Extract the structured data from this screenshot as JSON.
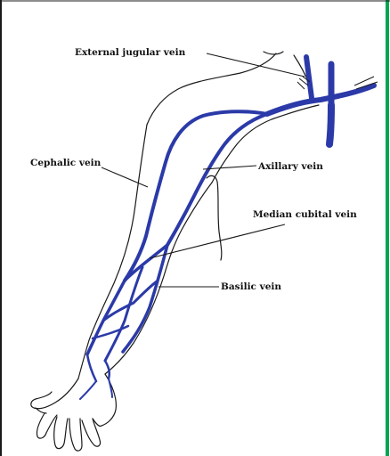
{
  "colors": {
    "vein": "#2b3aa8",
    "outline": "#1a1a1a",
    "border": "#00a651",
    "background": "#ffffff"
  },
  "labels": {
    "external_jugular": "External jugular vein",
    "cephalic": "Cephalic vein",
    "axillary": "Axillary vein",
    "median_cubital": "Median cubital vein",
    "basilic": "Basilic vein"
  }
}
